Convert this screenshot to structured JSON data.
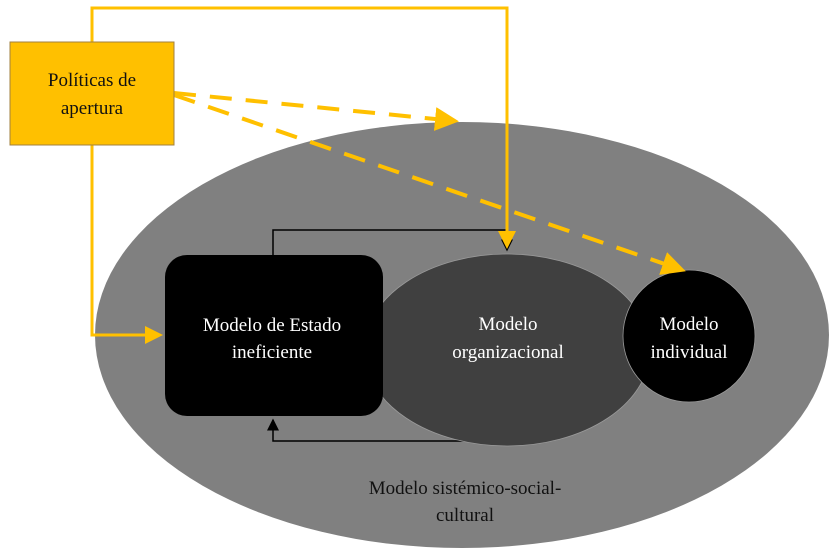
{
  "diagram": {
    "colors": {
      "accent": "#FFC000",
      "outer_ellipse": "#808080",
      "organizational": "#404040",
      "dark_nodes": "#000000",
      "background": "#FFFFFF"
    },
    "nodes": {
      "policies": {
        "line1": "Políticas de",
        "line2": "apertura"
      },
      "state": {
        "line1": "Modelo de Estado",
        "line2": "ineficiente"
      },
      "organizational": {
        "line1": "Modelo",
        "line2": "organizacional"
      },
      "individual": {
        "line1": "Modelo",
        "line2": "individual"
      },
      "systemic": {
        "line1": "Modelo sistémico-social-",
        "line2": "cultural"
      }
    },
    "edges": [
      {
        "from": "Políticas de apertura",
        "to": "Modelo organizacional",
        "style": "solid"
      },
      {
        "from": "Políticas de apertura",
        "to": "Modelo de Estado ineficiente",
        "style": "solid"
      },
      {
        "from": "Políticas de apertura",
        "to": "Modelo sistémico-social-cultural",
        "style": "dashed"
      },
      {
        "from": "Políticas de apertura",
        "to": "Modelo individual",
        "style": "dashed"
      },
      {
        "from": "Modelo de Estado ineficiente",
        "to": "Modelo organizacional",
        "style": "feedback"
      },
      {
        "from": "Modelo organizacional",
        "to": "Modelo de Estado ineficiente",
        "style": "feedback"
      }
    ]
  }
}
